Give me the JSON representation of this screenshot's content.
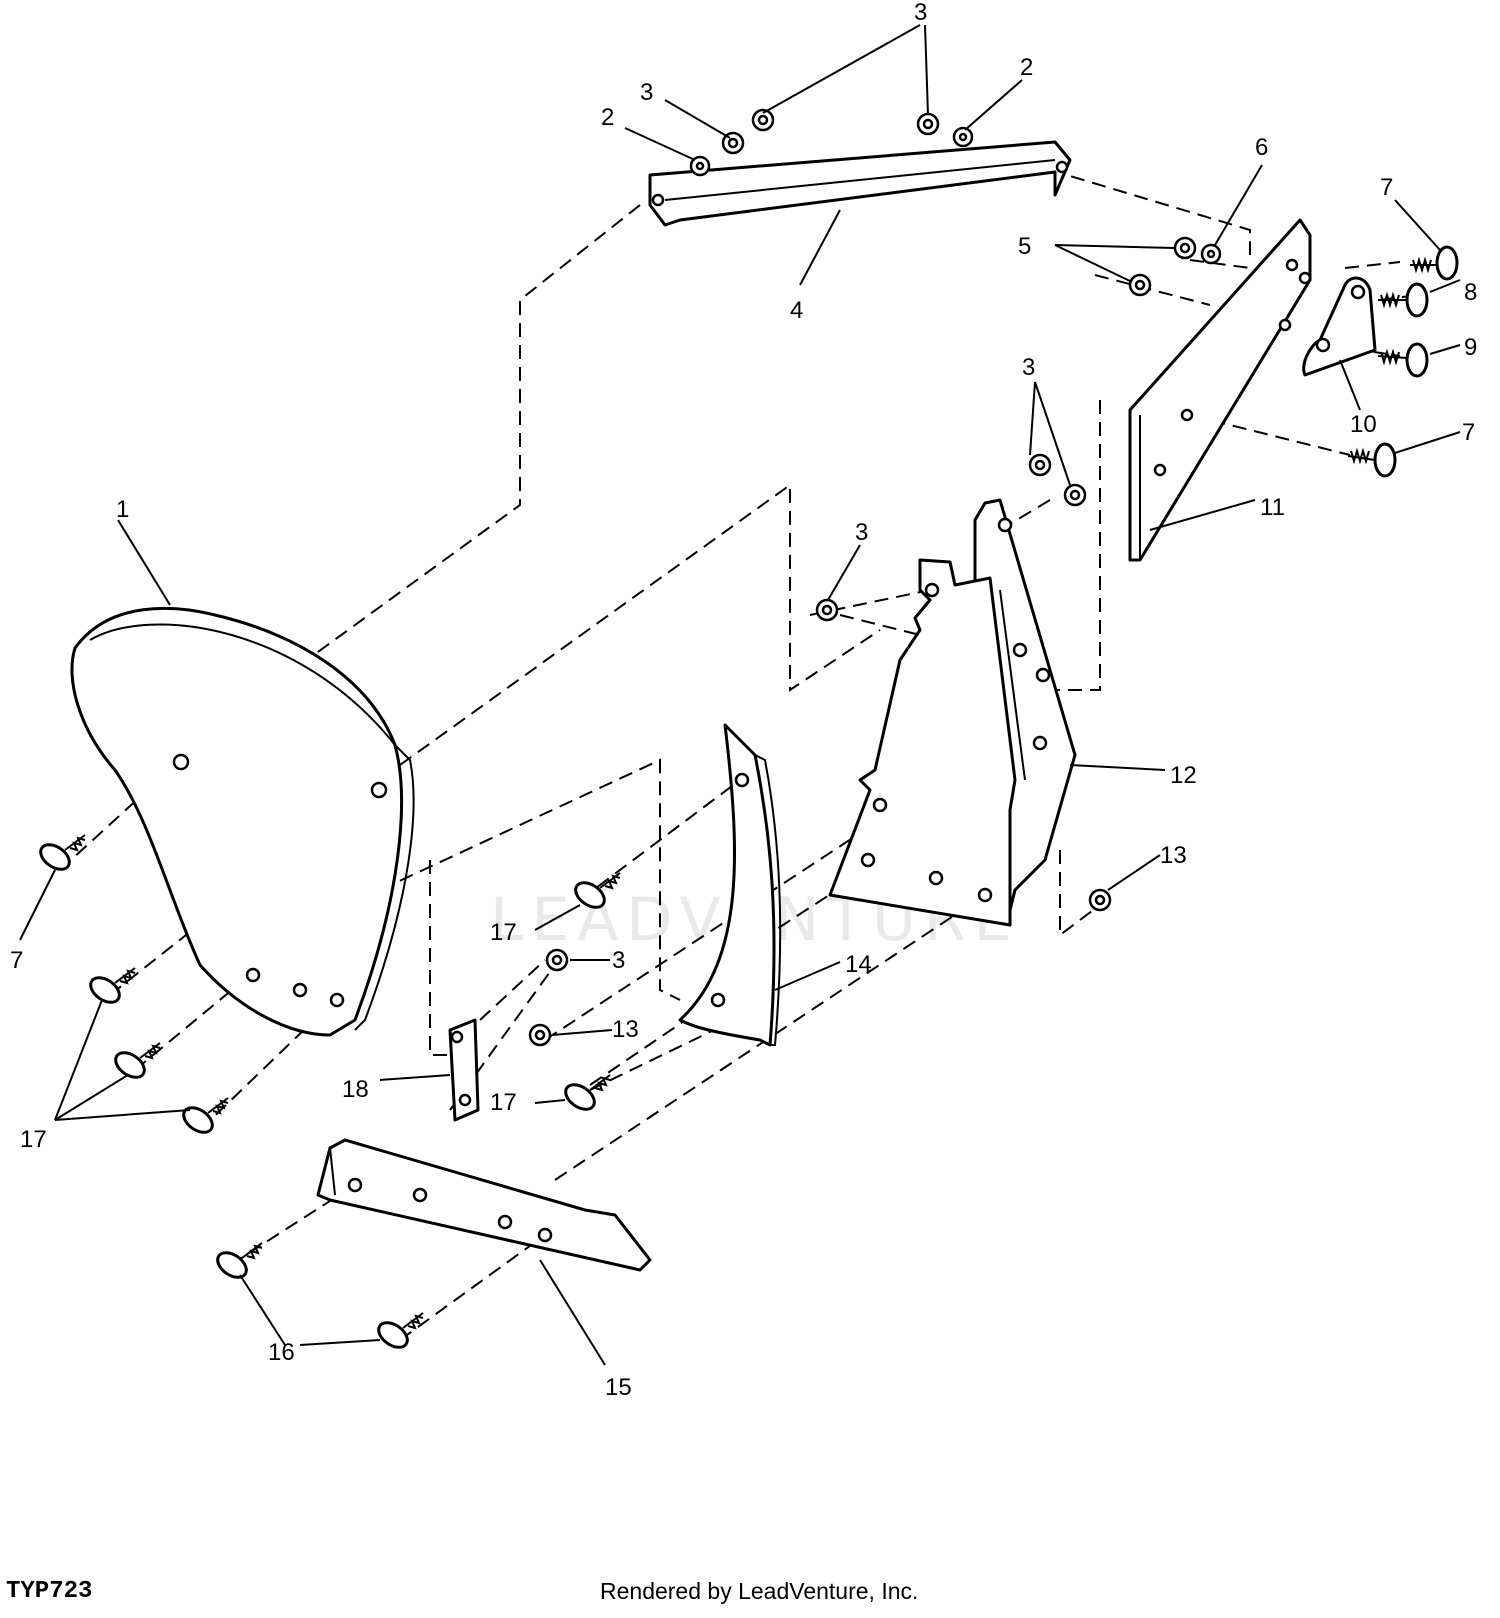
{
  "figure": {
    "id": "TYP723",
    "credit": "Rendered by LeadVenture, Inc.",
    "watermark": "LEADVENTURE"
  },
  "callouts": [
    "1",
    "2",
    "2",
    "3",
    "3",
    "3",
    "3",
    "3",
    "3",
    "4",
    "5",
    "6",
    "7",
    "7",
    "7",
    "8",
    "9",
    "10",
    "11",
    "12",
    "13",
    "13",
    "14",
    "15",
    "16",
    "17",
    "17",
    "17",
    "18"
  ]
}
